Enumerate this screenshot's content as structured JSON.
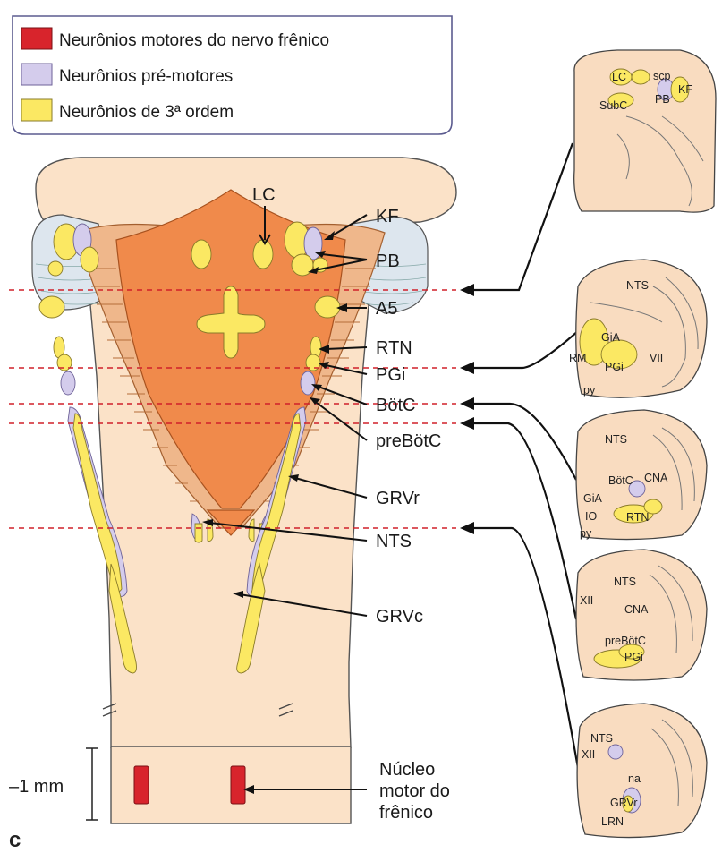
{
  "legend": {
    "items": [
      {
        "label": "Neurônios motores do nervo frênico",
        "color": "#d8242c"
      },
      {
        "label": "Neurônios pré-motores",
        "color": "#d4ccec"
      },
      {
        "label": "Neurônios de 3ª ordem",
        "color": "#fbe863"
      }
    ]
  },
  "main_labels": {
    "lc": "LC",
    "kf": "KF",
    "pb": "PB",
    "a5": "A5",
    "rtn": "RTN",
    "pgi": "PGi",
    "botc": "BötC",
    "prebotc": "preBötC",
    "grvr": "GRVr",
    "nts": "NTS",
    "grvc": "GRVc",
    "phrenic_line1": "Núcleo",
    "phrenic_line2": "motor do",
    "phrenic_line3": "frênico",
    "scale": "–1 mm",
    "panel_letter": "c"
  },
  "sections": {
    "s1": {
      "lc": "LC",
      "scp": "scp",
      "pb": "PB",
      "kf": "KF",
      "subc": "SubC"
    },
    "s2": {
      "nts": "NTS",
      "gia": "GiA",
      "rm": "RM",
      "pgi": "PGi",
      "vii": "VII",
      "py": "py"
    },
    "s3": {
      "nts": "NTS",
      "botc": "BötC",
      "cna": "CNA",
      "gia": "GiA",
      "io": "IO",
      "rtn": "RTN",
      "py": "py"
    },
    "s4": {
      "nts": "NTS",
      "xii": "XII",
      "cna": "CNA",
      "prebotc": "preBötC",
      "pgi": "PGi"
    },
    "s5": {
      "nts": "NTS",
      "xii": "XII",
      "na": "na",
      "grvr": "GRVr",
      "lrn": "LRN"
    }
  },
  "colors": {
    "motor": "#d8242c",
    "premotor": "#d4ccec",
    "third_order": "#fbe863",
    "tissue": "#f9dcc0",
    "core": "#f08a4b",
    "guide_line": "#d0202a"
  }
}
